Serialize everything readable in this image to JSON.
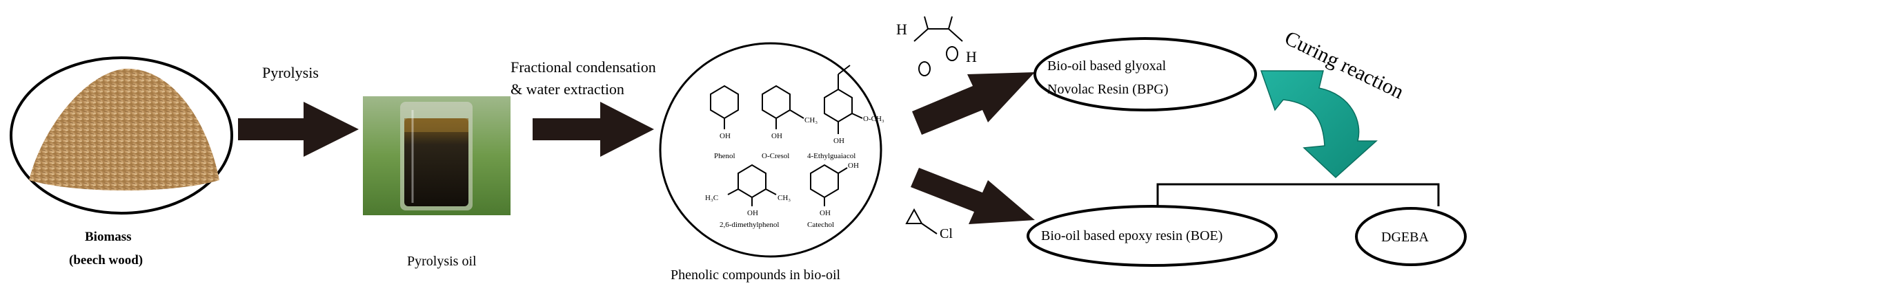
{
  "biomass": {
    "label_line1": "Biomass",
    "label_line2": "(beech wood)"
  },
  "pyrolysis": {
    "label": "Pyrolysis"
  },
  "pyrolysis_oil": {
    "label": "Pyrolysis oil"
  },
  "fractional": {
    "line1": "Fractional condensation",
    "line2": "& water extraction"
  },
  "phenolic": {
    "caption": "Phenolic compounds in bio-oil",
    "compounds": [
      "Phenol",
      "O-Cresol",
      "4-Ethylguaiacol",
      "2,6-dimethylphenol",
      "Catechol"
    ],
    "groups": {
      "oh": "OH",
      "och3": "O-CH₃",
      "ch3": "CH₃",
      "h3c": "H₃C"
    }
  },
  "glyoxal_atoms": {
    "h": "H"
  },
  "epichlorohydrin_atoms": {
    "cl": "Cl"
  },
  "bpg": {
    "line1": "Bio-oil based glyoxal",
    "line2": "Novolac Resin (BPG)"
  },
  "boe": {
    "label": "Bio-oil based epoxy resin (BOE)"
  },
  "dgeba": {
    "label": "DGEBA"
  },
  "curing": {
    "label": "Curing reaction"
  },
  "colors": {
    "arrow": "#231815",
    "curing_arrow": "#1a9e8c",
    "wood": "#c49a66",
    "oil": "#2b2418",
    "grass": "#5f8a3c"
  }
}
